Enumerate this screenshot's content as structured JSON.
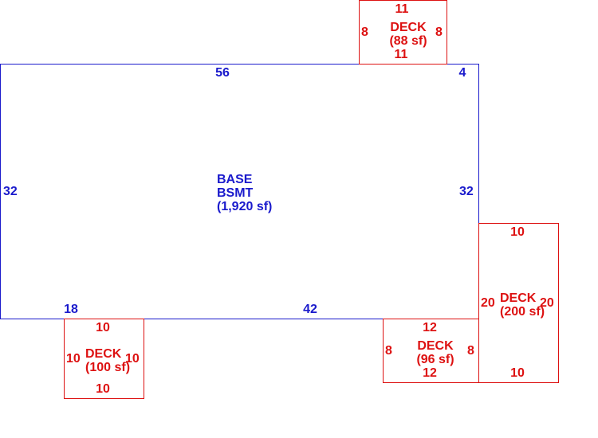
{
  "colors": {
    "base": "#1a1acc",
    "deck": "#dd1111",
    "background": "#ffffff"
  },
  "base": {
    "name": "BASE",
    "sub": "BSMT",
    "area": "(1,920 sf)",
    "dims": {
      "top": "56",
      "top_right": "4",
      "left": "32",
      "right": "32",
      "bottom_left": "18",
      "bottom": "42"
    }
  },
  "deck_top": {
    "name": "DECK",
    "area": "(88 sf)",
    "dims": {
      "top": "11",
      "left": "8",
      "right": "8",
      "bottom": "11"
    }
  },
  "deck_right": {
    "name": "DECK",
    "area": "(200 sf)",
    "dims": {
      "top": "10",
      "left": "20",
      "right": "20",
      "bottom": "10"
    }
  },
  "deck_bottom_mid": {
    "name": "DECK",
    "area": "(96 sf)",
    "dims": {
      "top": "12",
      "left": "8",
      "right": "8",
      "bottom": "12"
    }
  },
  "deck_bottom_left": {
    "name": "DECK",
    "area": "(100 sf)",
    "dims": {
      "top": "10",
      "left": "10",
      "right": "10",
      "bottom": "10"
    }
  }
}
